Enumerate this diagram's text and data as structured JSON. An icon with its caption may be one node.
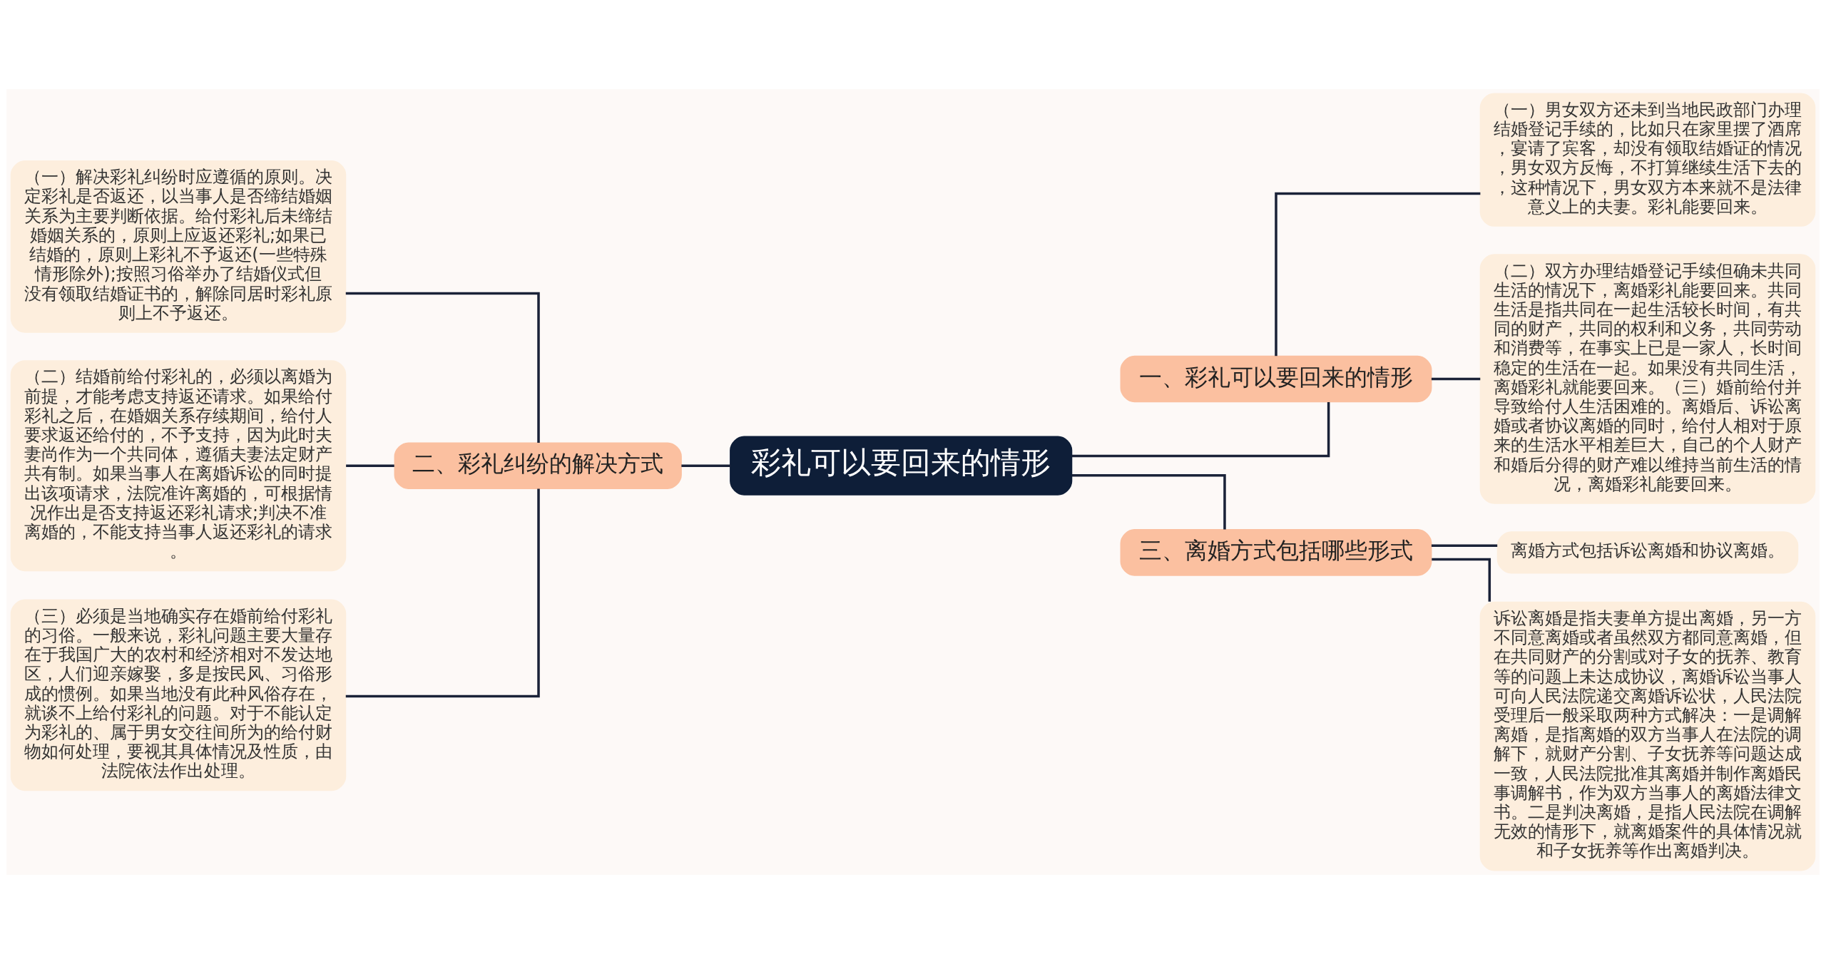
{
  "diagram": {
    "nodes": [
      {
        "text": [
          "彩礼可以要回来的情形"
        ]
      },
      {
        "text": [
          "一、彩礼可以要回来的情形"
        ]
      },
      {
        "text": [
          "（一）男女双方还未到当地民政部门办理结婚登记手续的，比如只在家里摆了酒席，宴请了宾客，却没有领取结婚证的情况，男女双方反悔，不打算继续生活下去的，这种情况下，男女双方本来就不是法律意义上的夫妻。彩礼能要回来。"
        ]
      },
      {
        "text": [
          "（二）双方办理结婚登记手续但确未共同生活的情况下，离婚彩礼能要回来。共同生活是指共同在一起生活较长时间，有共同的财产，共同的权利和义务，共同劳动和消费等，在事实上已是一家人，长时间稳定的生活在一起。如果没有共同生活，离婚彩礼就能要回来。（三）婚前给付并导致给付人生活困难的。离婚后、诉讼离婚或者协议离婚的同时，给付人相对于原来的生活水平相差巨大，自己的个人财产和婚后分得的财产难以维持当前生活的情况，离婚彩礼能要回来。"
        ]
      },
      {
        "text": [
          "二、彩礼纠纷的解决方式"
        ]
      },
      {
        "text": [
          "（一）解决彩礼纠纷时应遵循的原则。决定彩礼是否返还，以当事人是否缔结婚姻关系为主要判断依据。给付彩礼后未缔结婚姻关系的，原则上应返还彩礼;如果已结婚的，原则上彩礼不予返还(一些特殊情形除外);按照习俗举办了结婚仪式但没有领取结婚证书的，解除同居时彩礼原则上不予返还。"
        ]
      },
      {
        "text": [
          "（二）结婚前给付彩礼的，必须以离婚为前提，才能考虑支持返还请求。如果给付彩礼之后，在婚姻关系存续期间，给付人要求返还给付的，不予支持，因为此时夫妻尚作为一个共同体，遵循夫妻法定财产共有制。如果当事人在离婚诉讼的同时提出该项请求，法院准许离婚的，可根据情况作出是否支持返还彩礼请求;判决不准离婚的，不能支持当事人返还彩礼的请求。"
        ]
      },
      {
        "text": [
          "（三）必须是当地确实存在婚前给付彩礼的习俗。一般来说，彩礼问题主要大量存在于我国广大的农村和经济相对不发达地区，人们迎亲嫁娶，多是按民风、习俗形成的惯例。如果当地没有此种风俗存在，就谈不上给付彩礼的问题。对于不能认定为彩礼的、属于男女交往间所为的给付财物如何处理，要视其具体情况及性质，由法院依法作出处理。"
        ]
      },
      {
        "text": [
          "三、离婚方式包括哪些形式"
        ]
      },
      {
        "text": [
          "离婚方式包括诉讼离婚和协议离婚。"
        ]
      },
      {
        "text": [
          "诉讼离婚是指夫妻单方提出离婚，另一方不同意离婚或者虽然双方都同意离婚，但在共同财产的分割或对子女的抚养、教育等的问题上未达成协议，离婚诉讼当事人可向人民法院递交离婚诉讼状，人民法院受理后一般采取两种方式解决：一是调解离婚，是指离婚的双方当事人在法院的调解下，就财产分割、子女抚养等问题达成一致，人民法院批准其离婚并制作离婚民事调解书，作为双方当事人的离婚法律文书。二是判决离婚，是指人民法院在调解无效的情形下，就离婚案件的具体情况就和子女抚养等作出离婚判决。"
        ]
      }
    ],
    "edges": [
      {
        "from": 0,
        "to": 1,
        "arrow": "none"
      },
      {
        "from": 1,
        "to": 2,
        "arrow": "none"
      },
      {
        "from": 1,
        "to": 3,
        "arrow": "none"
      },
      {
        "from": 0,
        "to": 4,
        "arrow": "none"
      },
      {
        "from": 4,
        "to": 5,
        "arrow": "none"
      },
      {
        "from": 4,
        "to": 6,
        "arrow": "none"
      },
      {
        "from": 4,
        "to": 7,
        "arrow": "none"
      },
      {
        "from": 0,
        "to": 8,
        "arrow": "none"
      },
      {
        "from": 8,
        "to": 9,
        "arrow": "none"
      },
      {
        "from": 8,
        "to": 10,
        "arrow": "none"
      }
    ]
  }
}
